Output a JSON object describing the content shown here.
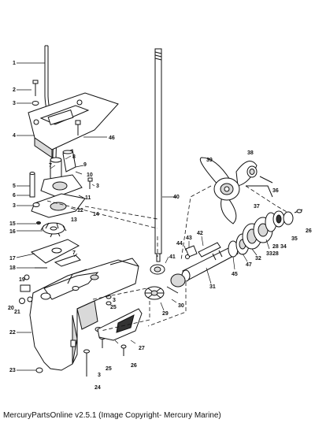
{
  "caption": "MercuryPartsOnline v2.5.1 (Image Copyright- Mercury Marine)",
  "callouts": [
    "1",
    "2",
    "3",
    "4",
    "46",
    "8",
    "9",
    "7",
    "10",
    "3",
    "5",
    "6",
    "3",
    "11",
    "12",
    "14",
    "13",
    "15",
    "16",
    "17",
    "7",
    "18",
    "19",
    "20",
    "21",
    "22",
    "23",
    "24",
    "25",
    "3",
    "25",
    "3",
    "26",
    "27",
    "28",
    "29",
    "30",
    "31",
    "40",
    "41",
    "42",
    "43",
    "44",
    "45",
    "47",
    "32",
    "33",
    "28",
    "34",
    "35",
    "26",
    "36",
    "37",
    "38",
    "39"
  ]
}
